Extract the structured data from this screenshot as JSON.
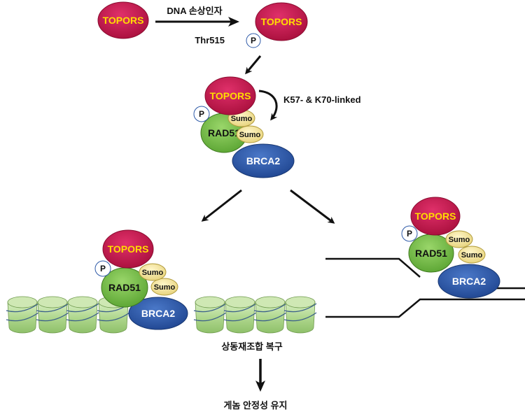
{
  "diagram": {
    "labels": {
      "topors": "TOPORS",
      "rad51": "RAD51",
      "brca2": "BRCA2",
      "sumo": "Sumo",
      "phospho": "P"
    },
    "captions": {
      "dna_damage": "DNA 손상인자",
      "phospho_site": "Thr515",
      "sumo_linkage": "K57- & K70-linked",
      "hr_repair": "상동재조합 복구",
      "genome_stability": "게놈 안정성 유지"
    },
    "colors": {
      "topors": "#c8174a",
      "topors_text": "#ffdd00",
      "rad51": "#7cc24a",
      "brca2": "#2e5aa8",
      "sumo": "#f3e6a0",
      "nucleosome": "#b9dc98",
      "dna_wrap": "#3a5f8a"
    }
  }
}
